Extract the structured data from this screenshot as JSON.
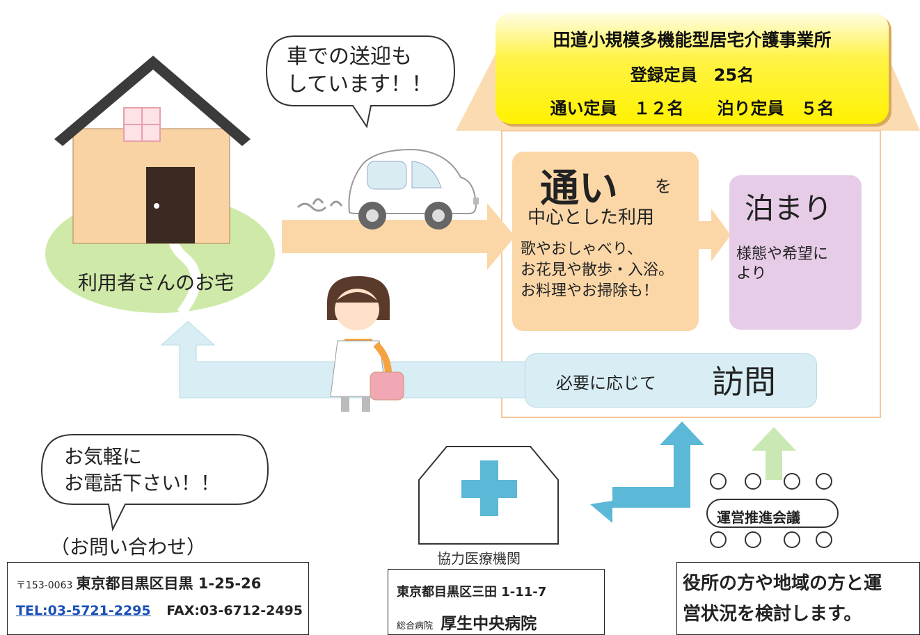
{
  "office": {
    "name": "田道小規模多機能型居宅介護事業所",
    "registered": "登録定員　25名",
    "day_and_stay": "通い定員　１２名　　泊り定員　５名"
  },
  "car_bubble": "車での送迎も\nしています！！",
  "home_label": "利用者さんのお宅",
  "day_service": {
    "title_big": "通い",
    "title_wo": "を",
    "title_sub": "中心とした利用",
    "description": "歌やおしゃべり、\nお花見や散歩・入浴。\nお料理やお掃除も！"
  },
  "stay_service": {
    "title": "泊まり",
    "description": "様態や希望に\nより"
  },
  "visit": {
    "prefix": "必要に応じて",
    "title": "訪問"
  },
  "contact_bubble": "お気軽に\nお電話下さい！！",
  "inquiry_label": "（お問い合わせ）",
  "contact_info": {
    "postal": "〒153-0063",
    "address": "東京都目黒区目黒 1-25-26",
    "tel": "TEL:03-5721-2295",
    "fax": "FAX:03-6712-2495"
  },
  "hospital": {
    "label": "協力医療機関",
    "address": "東京都目黒区三田 1-11-7",
    "type": "総合病院",
    "name": "厚生中央病院"
  },
  "meeting": {
    "label": "運営推進会議",
    "description": "役所の方や地域の方と運\n営状況を検討します。"
  },
  "colors": {
    "house_wall": "#f9d3a3",
    "roof": "#3b3b3b",
    "lawn": "#cfe9a8",
    "flow_arrow": "#fbd7a8",
    "return_arrow": "#d8edf4",
    "office_roof": "#fbd7a8",
    "day_card": "#fbd7a8",
    "stay_card": "#e7cce8",
    "visit_pill": "#d8edf4",
    "hospital_arrow": "#5bb8d6",
    "meeting_arrow": "#c9e8b3",
    "banner_yellow": "#fff200"
  },
  "icons": [
    "house-icon",
    "car-icon",
    "caregiver-icon",
    "hospital-icon",
    "meeting-people-icon"
  ]
}
